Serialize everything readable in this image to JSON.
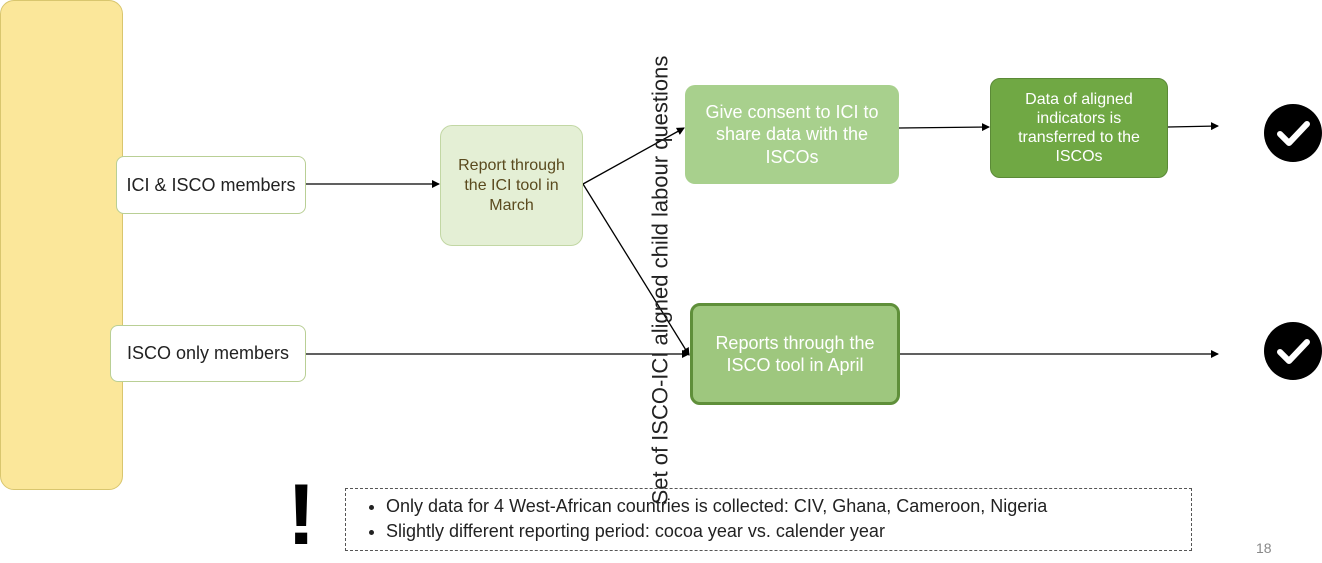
{
  "sidebar": {
    "label": "Set of ISCO-ICI aligned child labour questions"
  },
  "groups": {
    "ici_isco": "ICI & ISCO members",
    "isco_only": "ISCO only members"
  },
  "steps": {
    "report_march": "Report through the ICI tool in March",
    "give_consent": "Give consent to ICI to share data with the ISCOs",
    "data_transferred": "Data of aligned indicators is transferred to the ISCOs",
    "reports_april": "Reports through the ISCO tool in April"
  },
  "outcome_icon": "checkmark-circle-icon",
  "note_icon": "exclamation-mark",
  "notes": [
    "Only data for 4 West-African countries is collected: CIV, Ghana, Cameroon, Nigeria",
    "Slightly different reporting period: cocoa year vs. calender year"
  ],
  "page_number": "18"
}
